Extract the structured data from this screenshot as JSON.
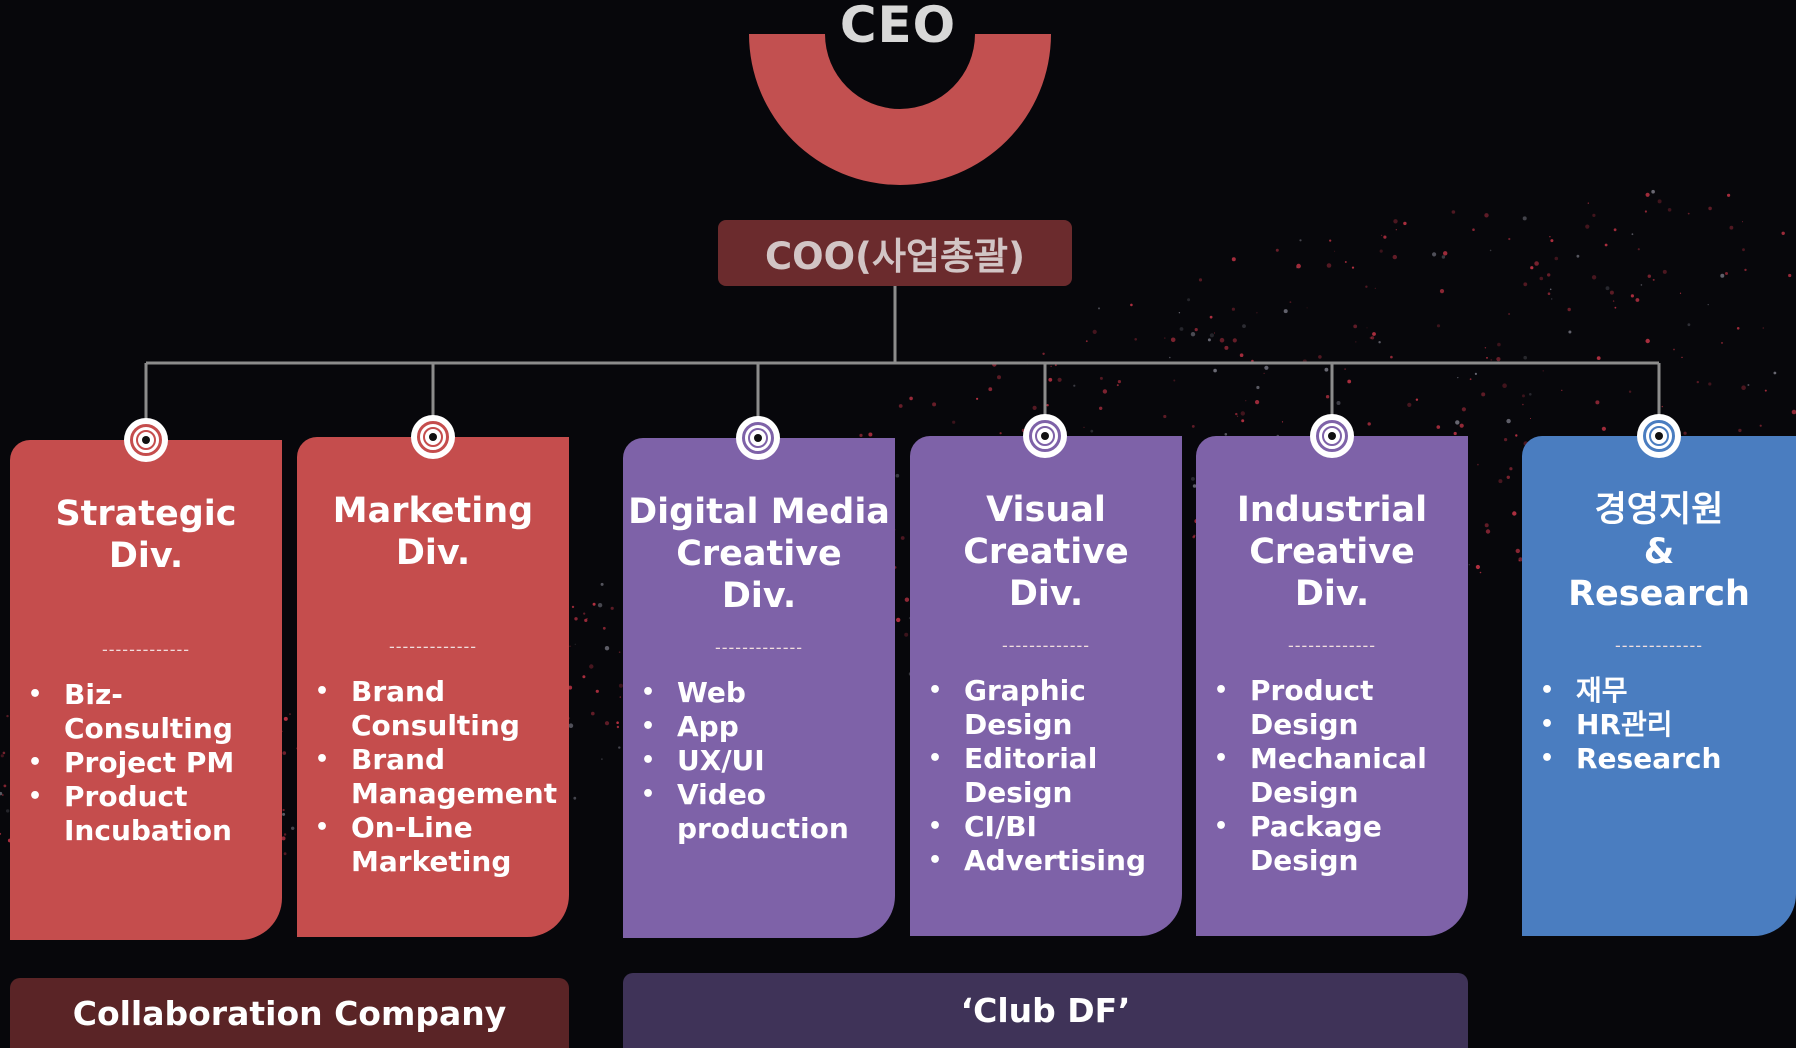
{
  "ceo": {
    "label": "CEO"
  },
  "coo": {
    "label": "COO(사업총괄)"
  },
  "divisions": [
    {
      "title": "Strategic\nDiv.",
      "separator": "-------------",
      "color": "#c54d4d",
      "ring_color": "#c54d4d",
      "items": [
        "Biz-\nConsulting",
        "Project PM",
        "Product\nIncubation"
      ]
    },
    {
      "title": "Marketing\nDiv.",
      "separator": "-------------",
      "color": "#c54d4d",
      "ring_color": "#c54d4d",
      "items": [
        "Brand\nConsulting",
        "Brand\nManagement",
        "On-Line\nMarketing"
      ]
    },
    {
      "title": "Digital Media\nCreative\nDiv.",
      "separator": "-------------",
      "color": "#7e62a8",
      "ring_color": "#7e62a8",
      "items": [
        "Web",
        "App",
        "UX/UI",
        "Video\nproduction"
      ]
    },
    {
      "title": "Visual\nCreative\nDiv.",
      "separator": "-------------",
      "color": "#7e62a8",
      "ring_color": "#7e62a8",
      "items": [
        "Graphic\nDesign",
        "Editorial\nDesign",
        "CI/BI",
        "Advertising"
      ]
    },
    {
      "title": "Industrial\nCreative\nDiv.",
      "separator": "-------------",
      "color": "#7e62a8",
      "ring_color": "#7e62a8",
      "items": [
        "Product\nDesign",
        "Mechanical\nDesign",
        "Package\nDesign"
      ]
    },
    {
      "title": "경영지원\n&\nResearch",
      "separator": "-------------",
      "color": "#4a7dc0",
      "ring_color": "#4a7dc0",
      "items": [
        "재무",
        "HR관리",
        "Research"
      ]
    }
  ],
  "footers": [
    {
      "label": "Collaboration Company",
      "color": "#5a2426"
    },
    {
      "label": "‘Club DF’",
      "color": "#3f3358"
    }
  ],
  "colors": {
    "ceo_arc": "#c25050",
    "connector": "#8c8c8c"
  }
}
